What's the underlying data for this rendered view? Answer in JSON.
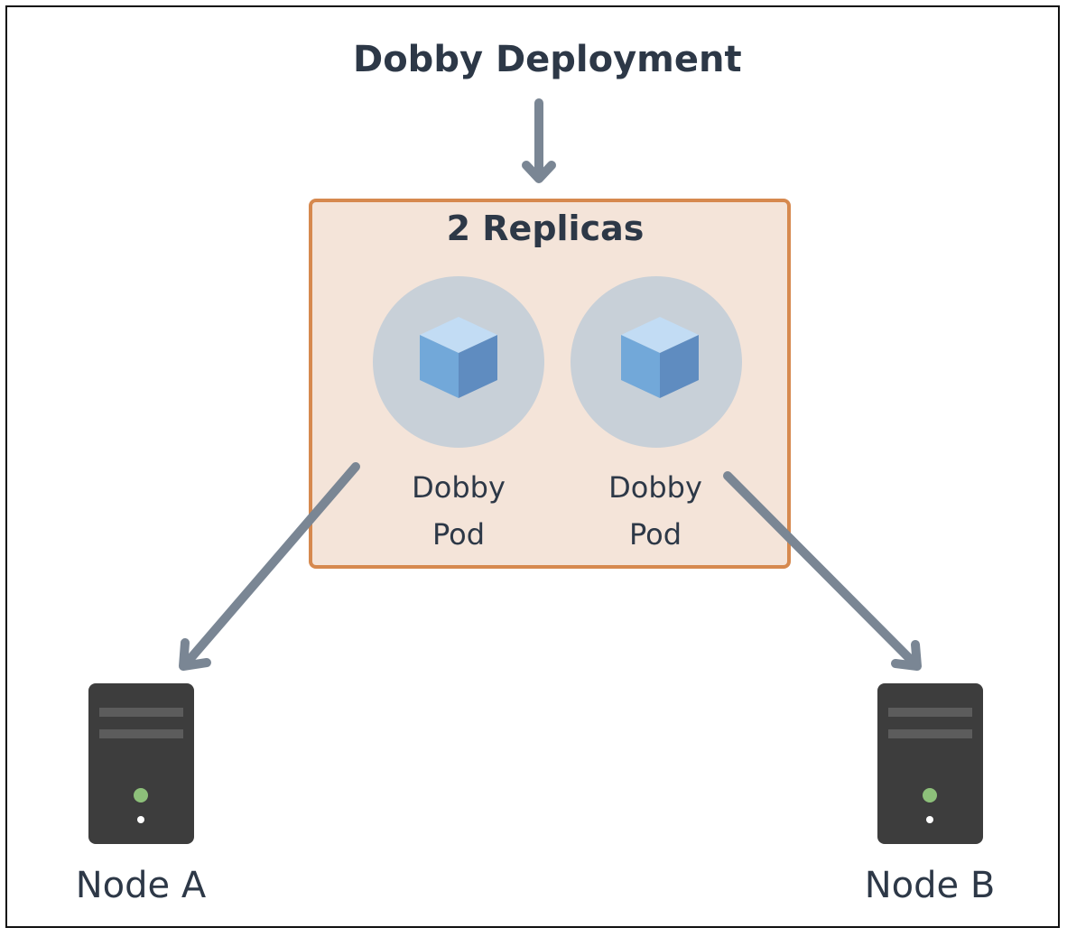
{
  "title": "Dobby Deployment",
  "replica_set": {
    "label": "2 Replicas"
  },
  "pods": [
    {
      "line1": "Dobby",
      "line2": "Pod"
    },
    {
      "line1": "Dobby",
      "line2": "Pod"
    }
  ],
  "nodes": [
    {
      "label": "Node A"
    },
    {
      "label": "Node B"
    }
  ],
  "colors": {
    "arrow": "#7a8694",
    "replica_box_fill": "#f4e4d9",
    "replica_box_border": "#d6894f",
    "pod_circle": "#c8d0d8",
    "server_body": "#3d3d3d",
    "server_led": "#8dc07a",
    "text": "#2d3847"
  },
  "icons": {
    "pod": "cube-icon",
    "node": "server-icon"
  }
}
